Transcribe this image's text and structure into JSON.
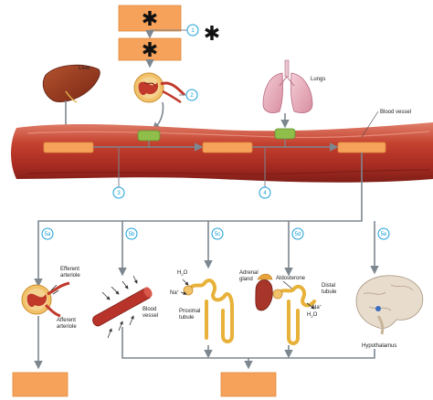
{
  "top_boxes": [
    {
      "text": "✱"
    },
    {
      "text": "✱"
    }
  ],
  "step_markers": {
    "s1": "1",
    "s2": "2",
    "s3": "3",
    "s4": "4",
    "s5a": "5a",
    "s5b": "5b",
    "s5c": "5c",
    "s5d": "5d",
    "s5e": "5e"
  },
  "outside_asterisk": "✱",
  "labels": {
    "liver": "Liver",
    "lungs": "Lungs",
    "blood_vessel_top": "Blood vessel",
    "efferent_arteriole": "Efferent\narteriole",
    "afferent_arteriole": "Afferent\narteriole",
    "blood_vessel": "Blood\nvessel",
    "h2o_c": "H2O",
    "na_c": "Na+",
    "proximal_tubule": "Proximal\ntubule",
    "adrenal_gland": "Adrenal\ngland",
    "aldosterone": "Aldosterone",
    "distal_tubule": "Distal\ntubule",
    "na_d": "Na+",
    "h2o_d": "H2O",
    "hypothalamus": "Hypothalamus"
  },
  "colors": {
    "orange_box": "#f6a25a",
    "step_circle": "#1aa0d8",
    "vessel": "#b8342a",
    "green": "#8fbf4a",
    "arrow_gray": "#7d8790"
  }
}
